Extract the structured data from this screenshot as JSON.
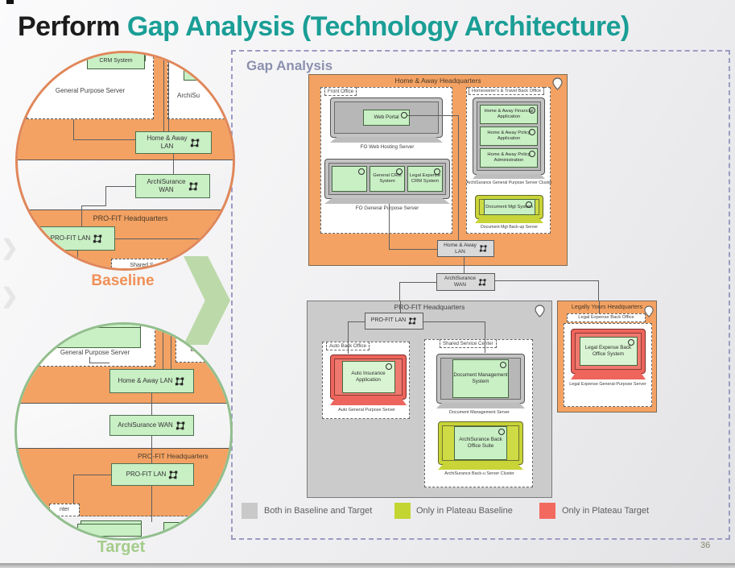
{
  "slide": {
    "title_black": "Perform",
    "title_teal": " Gap Analysis (Technology Architecture)",
    "page_number": "36"
  },
  "left_panel": {
    "baseline": {
      "label": "Baseline",
      "crm_system": "CRM System",
      "general_purpose_server": "General Purpose Server",
      "archisu_partial": "ArchiSu",
      "home_away_lan_line1": "Home & Away",
      "home_away_lan_line2": "LAN",
      "wan_line1": "ArchiSurance",
      "wan_line2": "WAN",
      "profit_hq": "PRO-FIT Headquarters",
      "profit_lan": "PRO-FIT LAN",
      "shared_partial": "Shared S"
    },
    "target": {
      "label": "Target",
      "general_purpose_server": "General Purpose Server",
      "docu_partial": "Docu",
      "home_away_lan": "Home & Away LAN",
      "wan": "ArchiSurance WAN",
      "profit_hq": "PRO-FIT Headquarters",
      "profit_lan": "PRO-FIT LAN",
      "nter_partial": "nter"
    }
  },
  "gap": {
    "title": "Gap Analysis",
    "home_away_hq": {
      "title": "Home & Away Headquarters",
      "front_office": {
        "label": "Front Office",
        "web_portal": "Web Portal",
        "web_host_server": "FO Web Hosting Server",
        "general_crm": "General CRM System",
        "legal_crm": "Legal Expense CRM System",
        "general_server": "FO General Purpose Server"
      },
      "back_office": {
        "label": "Homeowner's & Travel Back Office",
        "financial_app": "Home & Away Financial Application",
        "policy_app": "Home & Away Policy Application",
        "policy_admin": "Home & Away Policy Administration",
        "cluster_label": "ArchiSurance General Purpose Server Cluster",
        "doc_system": "Document Mgt System",
        "doc_server": "Document Mgt Back-up Server"
      },
      "lan_line1": "Home & Away",
      "lan_line2": "LAN"
    },
    "wan_line1": "ArchiSurance",
    "wan_line2": "WAN",
    "profit_hq": {
      "title": "PRO-FIT Headquarters",
      "lan": "PRO-FIT LAN",
      "auto_back_office": {
        "label": "Auto Back Office",
        "app": "Auto Insurance Application",
        "server": "Auto General Purpose Server"
      },
      "shared_service": {
        "label": "Shared Service Center",
        "doc_system": "Document Management System",
        "doc_server": "Document Management Server",
        "suite": "ArchiSurance Back Office Suite",
        "suite_server": "ArchiSurance Back-u Server Cluster"
      }
    },
    "legal_hq": {
      "title": "Legally Yours Headquarters",
      "office_label": "Legal Expense Back Office",
      "system": "Legal Expense Back Office System",
      "server": "Legal Expense General-Purpose Server"
    },
    "legend": {
      "both": {
        "label": "Both in Baseline and Target",
        "color": "#c9c9c9"
      },
      "only_baseline": {
        "label": "Only in Plateau Baseline",
        "color": "#c3d531"
      },
      "only_target": {
        "label": "Only in Plateau Target",
        "color": "#f26a5f"
      }
    }
  },
  "icons": {
    "network": "four-squares-network",
    "component": "circle-outline",
    "location": "teardrop-pin"
  },
  "colors": {
    "title_teal": "#1a9e96",
    "orange": "#f3a263",
    "green_app": "#c9efc5",
    "gray_node": "#c4c4c4",
    "yellow_green": "#c8d437",
    "red": "#ed655c",
    "baseline_text": "#f09055",
    "target_text": "#a4cc8b",
    "panel_border": "#9b9bc4"
  }
}
